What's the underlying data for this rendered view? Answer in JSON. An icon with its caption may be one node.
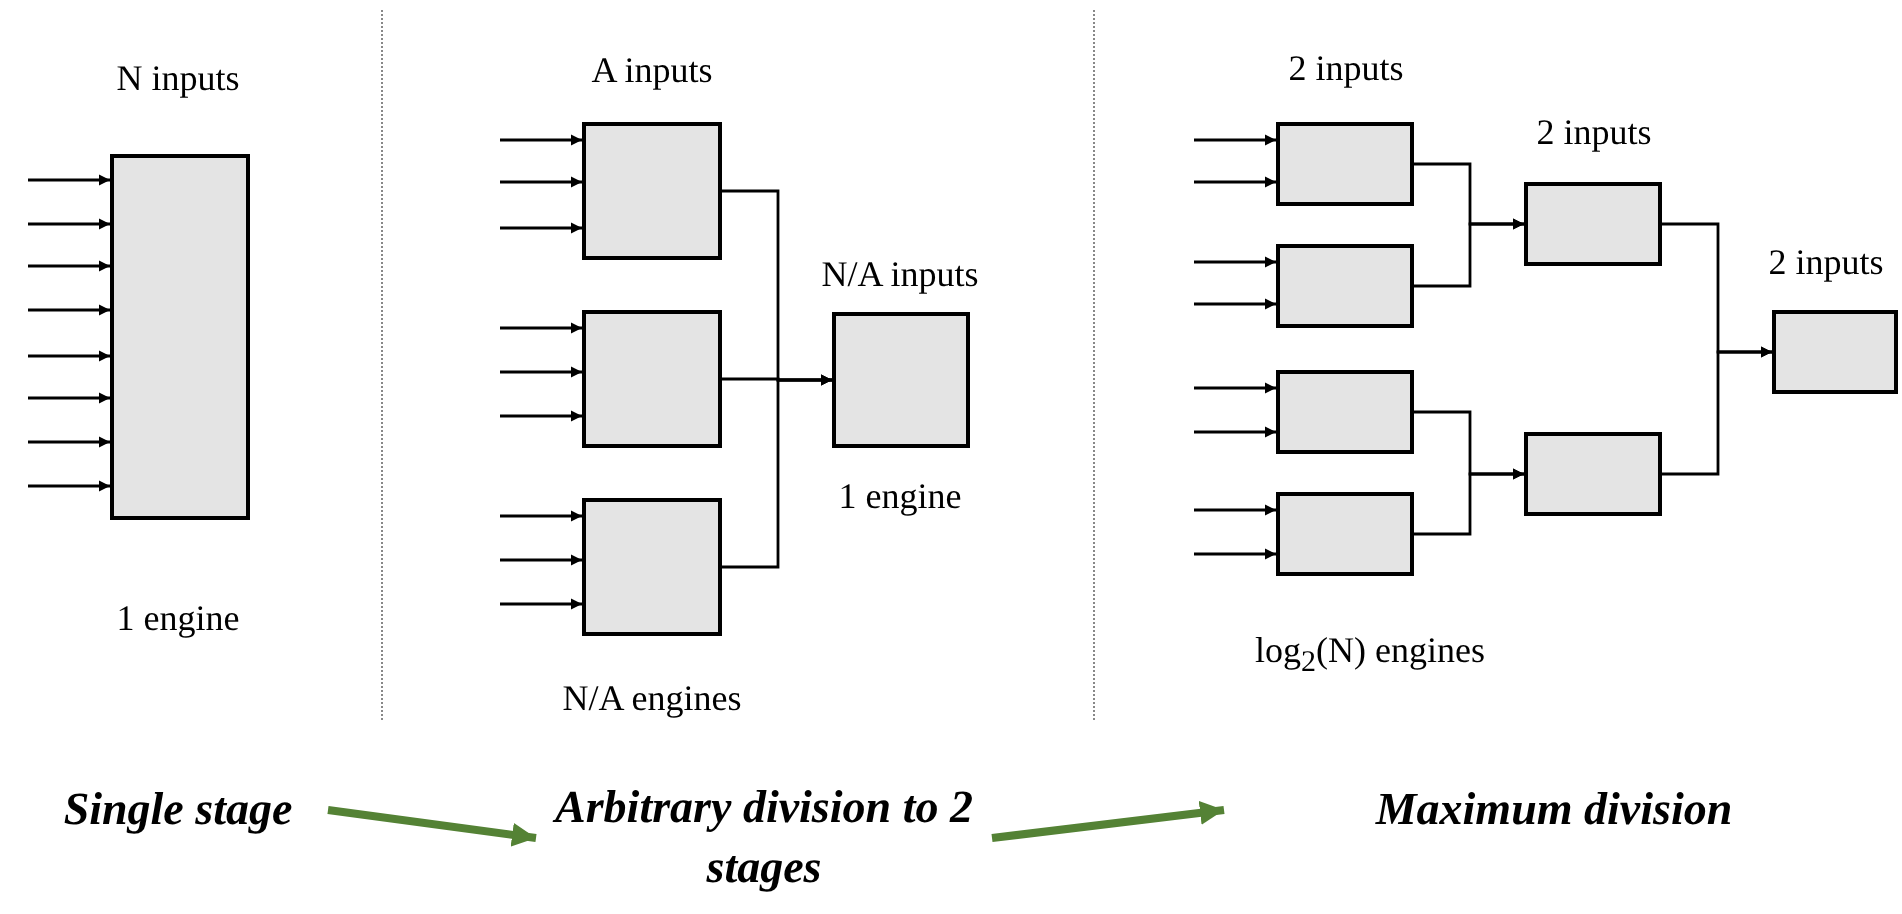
{
  "diagram": {
    "nodes": [
      {
        "text": [],
        "shape": "box",
        "beside": [
          "N inputs",
          "1 engine"
        ]
      },
      {
        "text": [],
        "shape": "box",
        "beside": [
          "A inputs"
        ]
      },
      {
        "text": [],
        "shape": "box"
      },
      {
        "text": [],
        "shape": "box"
      },
      {
        "text": [],
        "shape": "box",
        "beside": [
          "N/A inputs",
          "1 engine"
        ]
      },
      {
        "text": [],
        "shape": "box",
        "beside": [
          "2 inputs"
        ]
      },
      {
        "text": [],
        "shape": "box"
      },
      {
        "text": [],
        "shape": "box"
      },
      {
        "text": [],
        "shape": "box"
      },
      {
        "text": [],
        "shape": "box",
        "beside": [
          "2 inputs"
        ]
      },
      {
        "text": [],
        "shape": "box"
      },
      {
        "text": [],
        "shape": "box",
        "beside": [
          "2 inputs"
        ]
      },
      {
        "text": [
          "Single stage"
        ]
      },
      {
        "text": [
          "Arbitrary division to 2 stages"
        ]
      },
      {
        "text": [
          "Maximum division"
        ]
      }
    ],
    "edges": [
      {
        "from": null,
        "to": 0,
        "arrow": "to"
      },
      {
        "from": null,
        "to": 0,
        "arrow": "to"
      },
      {
        "from": null,
        "to": 0,
        "arrow": "to"
      },
      {
        "from": null,
        "to": 0,
        "arrow": "to"
      },
      {
        "from": null,
        "to": 0,
        "arrow": "to"
      },
      {
        "from": null,
        "to": 0,
        "arrow": "to"
      },
      {
        "from": null,
        "to": 0,
        "arrow": "to"
      },
      {
        "from": null,
        "to": 0,
        "arrow": "to"
      },
      {
        "from": null,
        "to": 1,
        "arrow": "to"
      },
      {
        "from": null,
        "to": 1,
        "arrow": "to"
      },
      {
        "from": null,
        "to": 1,
        "arrow": "to"
      },
      {
        "from": null,
        "to": 2,
        "arrow": "to"
      },
      {
        "from": null,
        "to": 2,
        "arrow": "to"
      },
      {
        "from": null,
        "to": 2,
        "arrow": "to"
      },
      {
        "from": null,
        "to": 3,
        "arrow": "to"
      },
      {
        "from": null,
        "to": 3,
        "arrow": "to"
      },
      {
        "from": null,
        "to": 3,
        "arrow": "to"
      },
      {
        "from": null,
        "to": 5,
        "arrow": "to"
      },
      {
        "from": null,
        "to": 5,
        "arrow": "to"
      },
      {
        "from": null,
        "to": 6,
        "arrow": "to"
      },
      {
        "from": null,
        "to": 6,
        "arrow": "to"
      },
      {
        "from": null,
        "to": 7,
        "arrow": "to"
      },
      {
        "from": null,
        "to": 7,
        "arrow": "to"
      },
      {
        "from": null,
        "to": 8,
        "arrow": "to"
      },
      {
        "from": null,
        "to": 8,
        "arrow": "to"
      },
      {
        "from": 1,
        "to": 4,
        "arrow": "to"
      },
      {
        "from": 2,
        "to": 4,
        "arrow": "to"
      },
      {
        "from": 3,
        "to": 4,
        "arrow": "to"
      },
      {
        "from": 5,
        "to": 9,
        "arrow": "to"
      },
      {
        "from": 6,
        "to": 9,
        "arrow": "to"
      },
      {
        "from": 7,
        "to": 10,
        "arrow": "to"
      },
      {
        "from": 8,
        "to": 10,
        "arrow": "to"
      },
      {
        "from": 9,
        "to": 11,
        "arrow": "to"
      },
      {
        "from": 10,
        "to": 11,
        "arrow": "to"
      },
      {
        "from": 12,
        "to": 13,
        "arrow": "to",
        "style": "thick",
        "color": "#548235"
      },
      {
        "from": 13,
        "to": 14,
        "arrow": "to",
        "style": "thick",
        "color": "#548235"
      }
    ],
    "labels": [
      "N/A engines",
      "log$_{2}$(N) engines"
    ]
  }
}
